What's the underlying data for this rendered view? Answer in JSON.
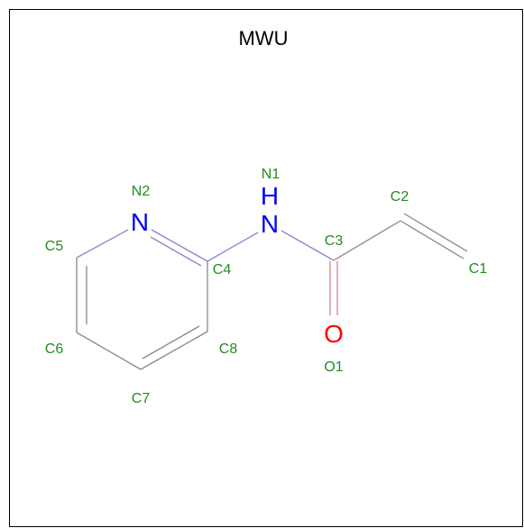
{
  "title": "MWU",
  "colors": {
    "bond": "#888888",
    "label": "#228B22",
    "nitrogen": "#0000FF",
    "oxygen": "#FF0000",
    "frame": "#000000"
  },
  "element_symbols": {
    "n1_h": "H",
    "n1": "N",
    "n2": "N",
    "o1": "O"
  },
  "atom_labels": {
    "n1": "N1",
    "n2": "N2",
    "c1": "C1",
    "c2": "C2",
    "c3": "C3",
    "c4": "C4",
    "c5": "C5",
    "c6": "C6",
    "c7": "C7",
    "c8": "C8",
    "o1": "O1"
  }
}
